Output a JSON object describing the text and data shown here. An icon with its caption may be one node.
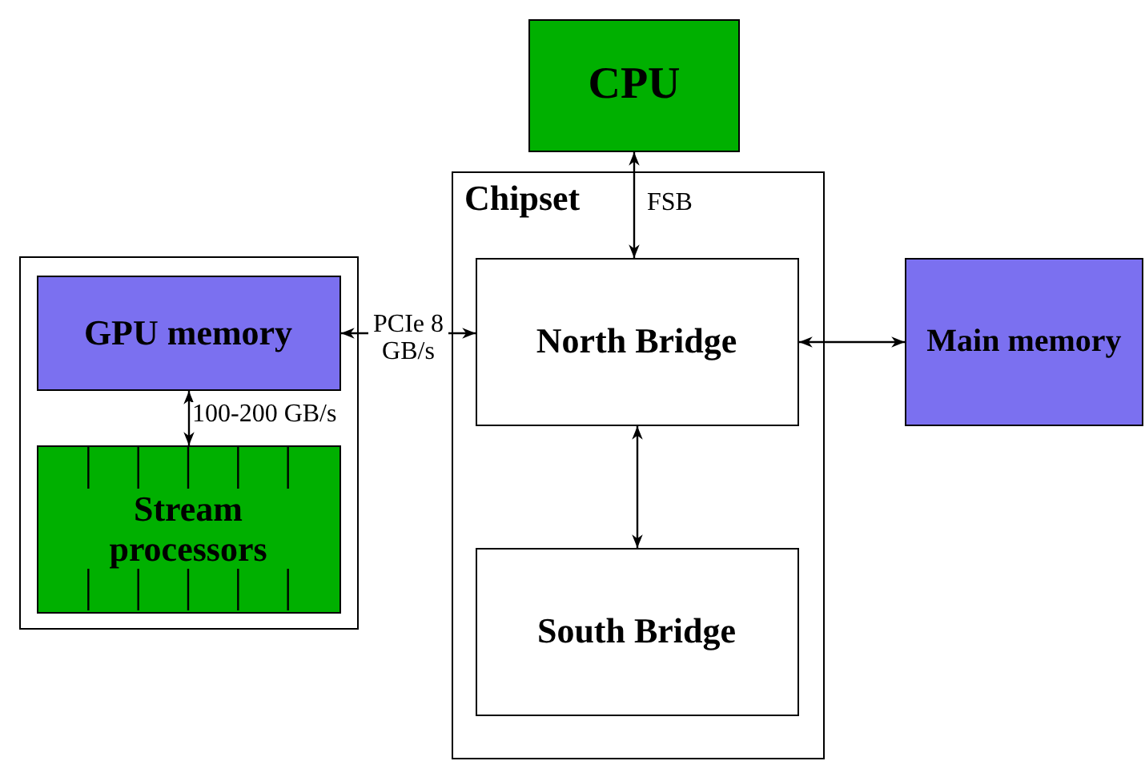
{
  "diagram": {
    "nodes": [
      {
        "text": [
          "CPU"
        ]
      },
      {
        "text": [
          "Chipset"
        ]
      },
      {
        "text": [
          "North Bridge"
        ],
        "in": 1
      },
      {
        "text": [
          "South Bridge"
        ],
        "in": 1
      },
      {
        "text": [],
        "shape": "box"
      },
      {
        "text": [
          "GPU memory"
        ],
        "in": 4
      },
      {
        "text": [
          "Stream processors"
        ],
        "in": 4
      },
      {
        "text": [
          "Main memory"
        ]
      }
    ],
    "edges": [
      {
        "from": 0,
        "to": 2,
        "arrow": "both",
        "label": "FSB"
      },
      {
        "from": 5,
        "to": 2,
        "arrow": "both",
        "label": "PCIe 8 GB/s"
      },
      {
        "from": 2,
        "to": 7,
        "arrow": "both"
      },
      {
        "from": 2,
        "to": 3,
        "arrow": "both"
      },
      {
        "from": 5,
        "to": 6,
        "arrow": "both",
        "label": "100-200 GB/s"
      }
    ]
  }
}
